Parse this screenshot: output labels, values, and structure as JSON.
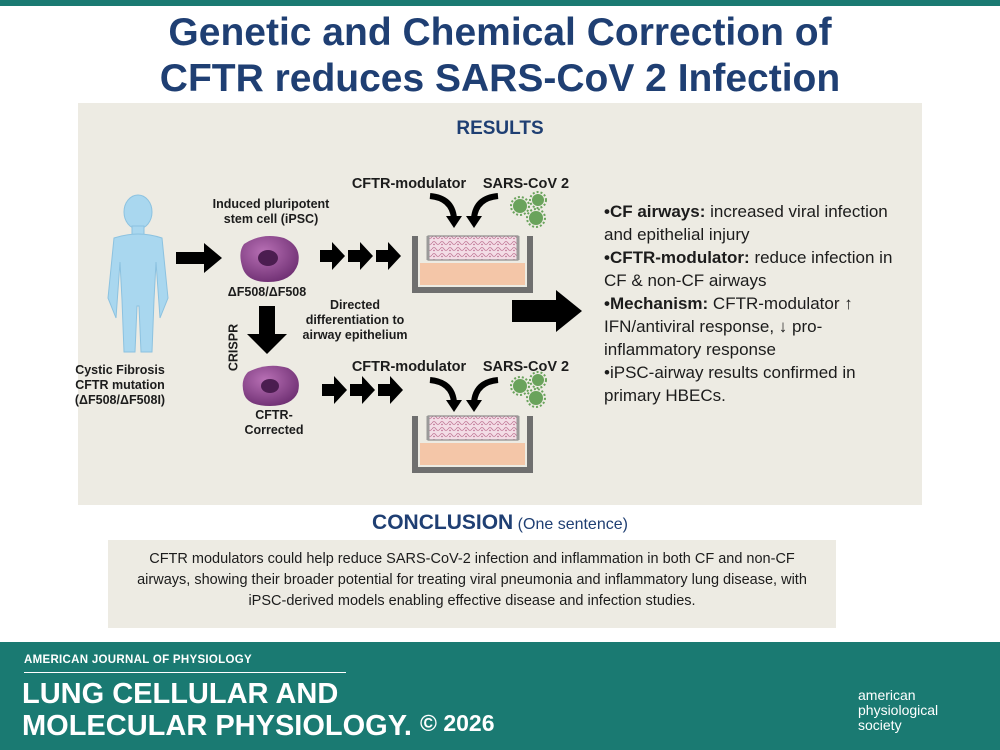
{
  "title": {
    "line1": "Genetic and Chemical Correction of",
    "line2": "CFTR reduces SARS-CoV 2 Infection"
  },
  "results": {
    "heading": "RESULTS",
    "person_label": [
      "Cystic Fibrosis",
      "CFTR mutation",
      "(ΔF508/ΔF508I)"
    ],
    "ipsc_label": [
      "Induced pluripotent",
      "stem cell (iPSC)"
    ],
    "ipsc_genotype": "ΔF508/ΔF508",
    "crispr_label": "CRISPR",
    "corrected_label": [
      "CFTR-",
      "Corrected"
    ],
    "differentiation_label": [
      "Directed",
      "differentiation to",
      "airway epithelium"
    ],
    "modulator_label": "CFTR-modulator",
    "virus_label": "SARS-CoV 2",
    "bullets": [
      {
        "bold": "•CF airways:",
        "text": " increased viral infection and epithelial injury"
      },
      {
        "bold": "•CFTR-modulator:",
        "text": " reduce infection in CF & non-CF airways"
      },
      {
        "bold": "•Mechanism:",
        "text": " CFTR-modulator ↑ IFN/antiviral response, ↓ pro-inflammatory response"
      },
      {
        "bold": "",
        "text": "•iPSC-airway results confirmed in primary HBECs."
      }
    ]
  },
  "conclusion": {
    "heading": "CONCLUSION",
    "subheading": "(One sentence)",
    "text": "CFTR modulators could help reduce SARS-CoV-2 infection and inflammation in both CF and non-CF airways, showing their broader potential for treating viral pneumonia and inflammatory lung disease, with iPSC-derived models enabling effective disease and infection studies."
  },
  "footer": {
    "journal_name": "AMERICAN JOURNAL OF PHYSIOLOGY",
    "journal_title_line1": "LUNG CELLULAR AND",
    "journal_title_line2": "MOLECULAR PHYSIOLOGY.",
    "copyright": "© 2026",
    "society": [
      "american",
      "physiological",
      "society"
    ]
  },
  "colors": {
    "title": "#1f3f73",
    "footer_bg": "#1a7a72",
    "panel_bg": "#edebe3",
    "cell_fill": "#8a3f8c",
    "body_fill": "#a9d7ef",
    "virus_fill": "#6aa35c"
  },
  "icons": [
    "human-body-icon",
    "stem-cell-icon",
    "arrow-icon",
    "transwell-culture-icon",
    "virus-icon",
    "aps-logo-icon"
  ]
}
